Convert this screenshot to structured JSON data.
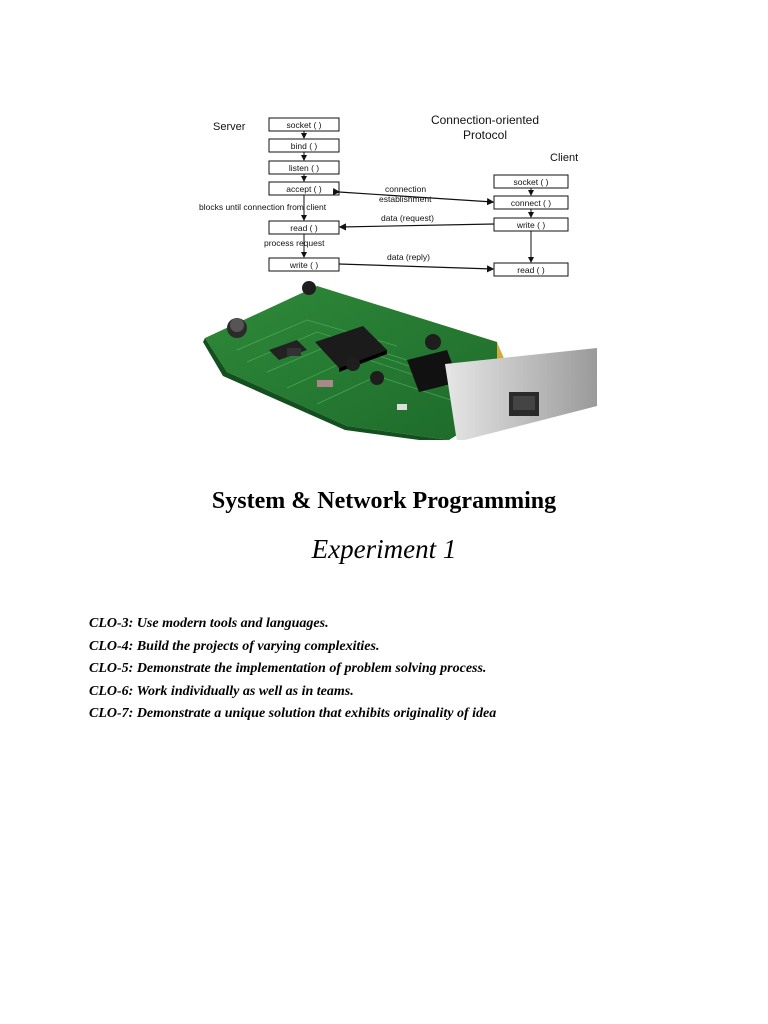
{
  "diagram": {
    "heading_line1": "Connection-oriented",
    "heading_line2": "Protocol",
    "server_label": "Server",
    "client_label": "Client",
    "server_steps": [
      "socket ( )",
      "bind ( )",
      "listen ( )",
      "accept ( )",
      "read ( )",
      "write ( )"
    ],
    "client_steps": [
      "socket ( )",
      "connect ( )",
      "write ( )",
      "read ( )"
    ],
    "connection_label_line1": "connection",
    "connection_label_line2": "establishment",
    "blocks_label": "blocks until connection from client",
    "data_request_label": "data (request)",
    "process_request_label": "process request",
    "data_reply_label": "data (reply)"
  },
  "document": {
    "title": "System & Network Programming",
    "subtitle": "Experiment 1",
    "clos": [
      "CLO-3: Use modern tools and languages.",
      "CLO-4: Build the projects of varying complexities.",
      "CLO-5: Demonstrate the implementation of problem solving process.",
      "CLO-6: Work individually as well as in teams.",
      "CLO-7: Demonstrate a unique solution that exhibits originality of idea"
    ]
  }
}
